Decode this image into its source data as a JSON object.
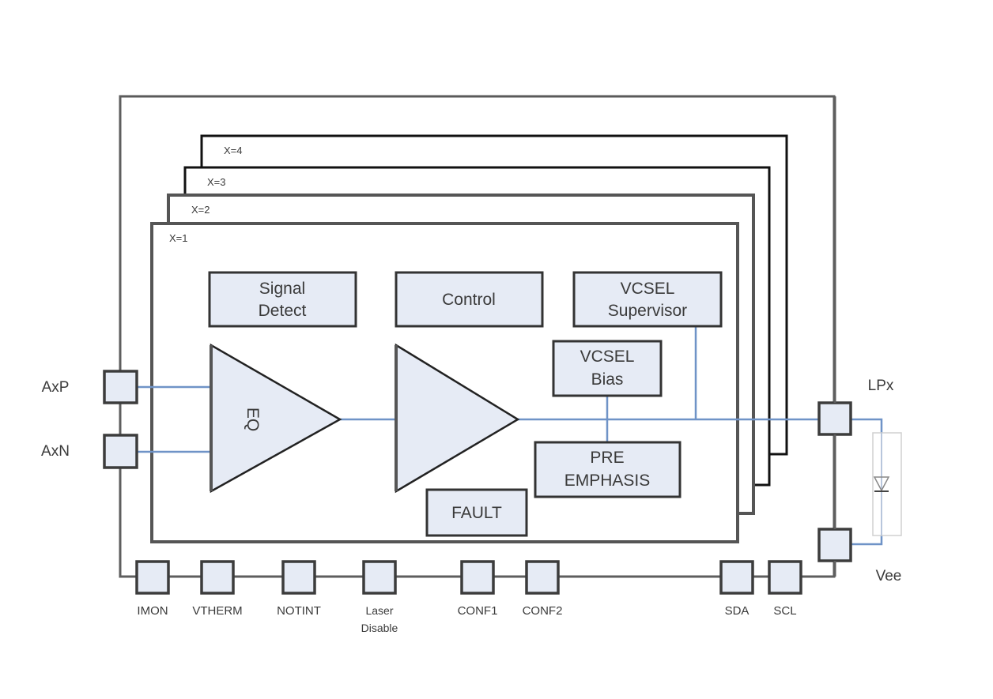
{
  "diagram": {
    "lanes": [
      {
        "label": "X=4"
      },
      {
        "label": "X=3"
      },
      {
        "label": "X=2"
      },
      {
        "label": "X=1"
      }
    ],
    "blocks": {
      "signal_detect": [
        "Signal",
        "Detect"
      ],
      "control": "Control",
      "vcsel_supervisor": [
        "VCSEL",
        "Supervisor"
      ],
      "vcsel_bias": [
        "VCSEL",
        "Bias"
      ],
      "pre_emphasis": [
        "PRE",
        "EMPHASIS"
      ],
      "fault": "FAULT",
      "eq": "EQ"
    },
    "left_pins": [
      "AxP",
      "AxN"
    ],
    "right_pins": [
      "LPx",
      "Vee"
    ],
    "bottom_pins": [
      {
        "label": [
          "IMON"
        ]
      },
      {
        "label": [
          "VTHERM"
        ]
      },
      {
        "label": [
          "NOTINT"
        ]
      },
      {
        "label": [
          "Laser",
          "Disable"
        ]
      },
      {
        "label": [
          "CONF1"
        ]
      },
      {
        "label": [
          "CONF2"
        ]
      },
      {
        "label": [
          "SDA"
        ]
      },
      {
        "label": [
          "SCL"
        ]
      }
    ],
    "colors": {
      "block_fill": "#e6ebf5",
      "signal_line": "#6f93c7",
      "outline": "#333333"
    }
  }
}
